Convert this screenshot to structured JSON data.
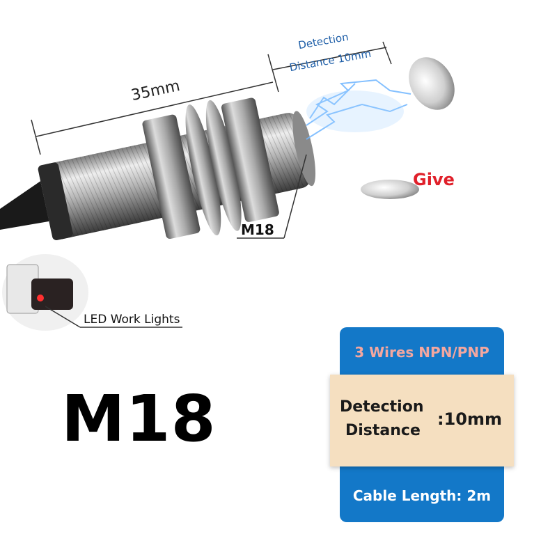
{
  "dimensions": {
    "length": "35mm",
    "detection_line1": "Detection",
    "detection_line2": "Distance 10mm",
    "thread": "M18"
  },
  "callouts": {
    "give": "Give",
    "led": "LED Work Lights"
  },
  "model": "M18",
  "spec_card": {
    "wires": "3 Wires NPN/PNP",
    "detection_label_line1": "Detection",
    "detection_label_line2": "Distance",
    "detection_value": ":10mm",
    "cable": "Cable Length: 2m"
  },
  "colors": {
    "accent_blue": "#1378c8",
    "wires_text": "#f3a7a0",
    "give_red": "#e0202a",
    "dimension_blue": "#1f5fa8",
    "panel_beige": "#f5dfc0"
  }
}
